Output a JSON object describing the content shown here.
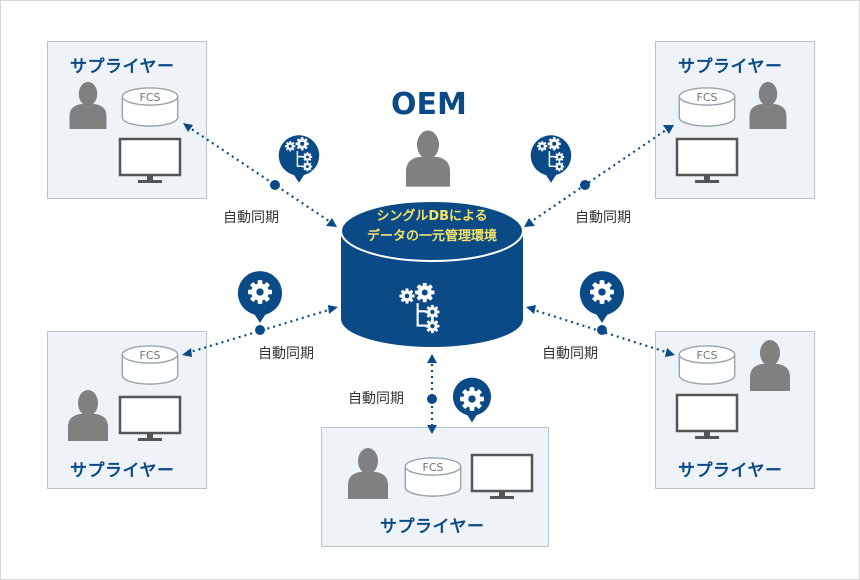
{
  "oem": {
    "title": "OEM"
  },
  "database": {
    "line1": "シングルDBによる",
    "line2": "データの一元管理環境"
  },
  "sync_label": "自動同期",
  "supplier_title": "サプライヤー",
  "fcs_label": "FCS",
  "colors": {
    "navy": "#0a4a86",
    "person_gray": "#808080",
    "box_bg": "#eef3f7",
    "db_text": "#f4e36a"
  },
  "icons": [
    "person-icon",
    "database-cylinder-icon",
    "monitor-icon",
    "gear-icon",
    "gear-tree-icon"
  ]
}
